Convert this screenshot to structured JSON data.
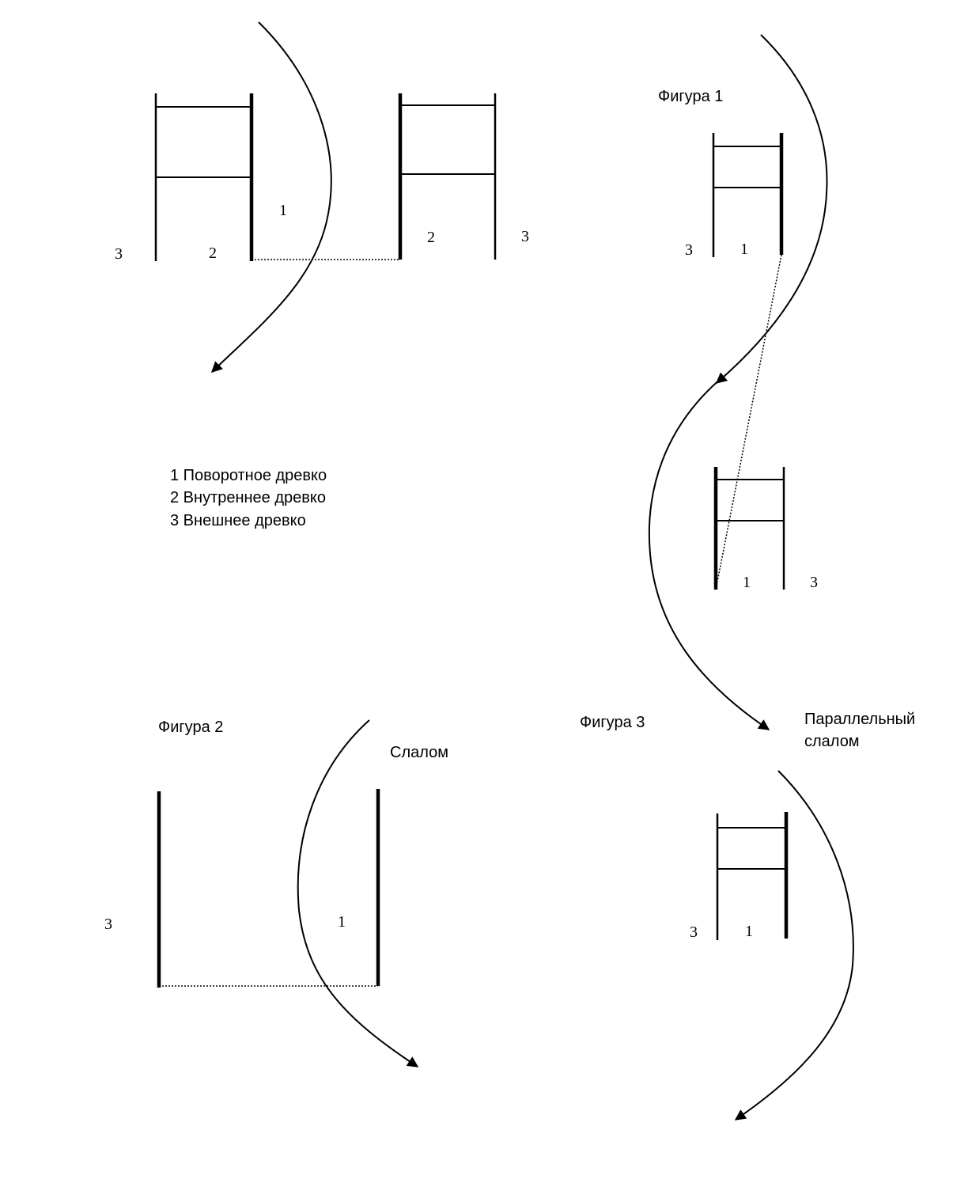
{
  "figure1": {
    "title": "Фигура 1",
    "labels": {
      "left_gate_outer": "3",
      "left_gate_inner": "2",
      "turning_pole": "1",
      "right_gate_inner": "2",
      "right_gate_outer": "3",
      "upper_gate_outer": "3",
      "upper_gate_turn": "1",
      "lower_gate_turn": "1",
      "lower_gate_outer": "3"
    }
  },
  "legend": [
    "1 Поворотное древко",
    "2 Внутреннее древко",
    "3 Внешнее древко"
  ],
  "figure2": {
    "title": "Фигура 2",
    "caption": "Слалом",
    "labels": {
      "outer": "3",
      "turning": "1"
    }
  },
  "figure3": {
    "title": "Фигура 3",
    "caption_line1": "Параллельный",
    "caption_line2": "слалом",
    "labels": {
      "outer": "3",
      "turning": "1"
    }
  }
}
